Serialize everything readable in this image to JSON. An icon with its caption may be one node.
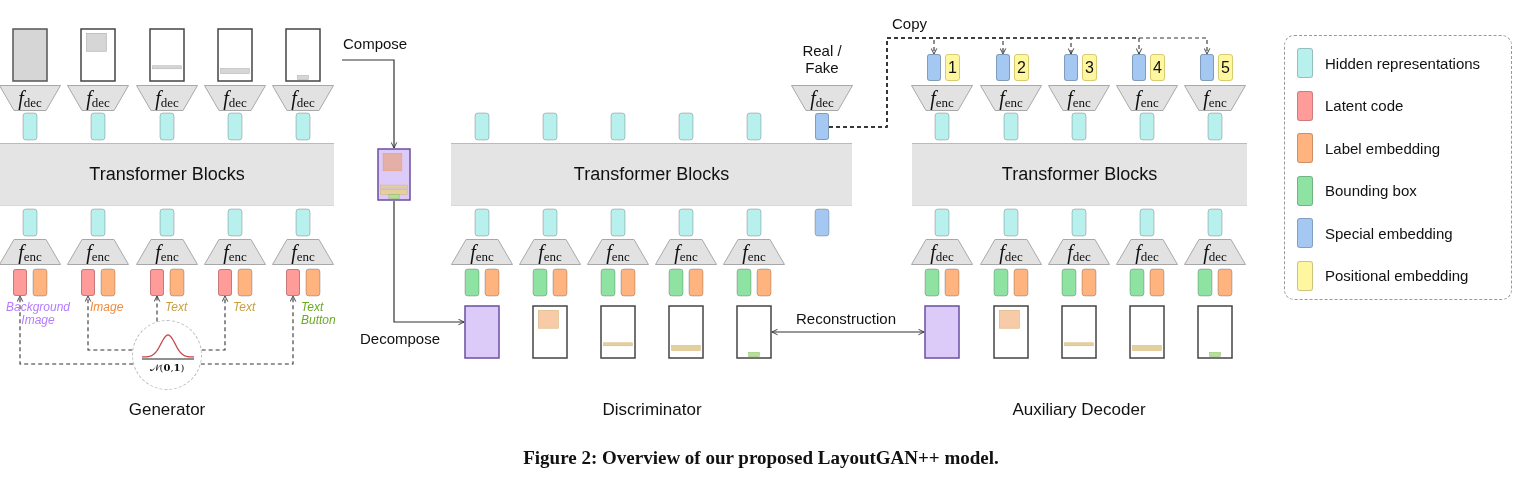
{
  "diagram": {
    "caption": "Figure 2: Overview of our proposed LayoutGAN++ model.",
    "nodes": [
      {
        "text": [
          "*f*$_{dec}$"
        ]
      },
      {
        "text": [
          "*f*$_{dec}$"
        ]
      },
      {
        "text": [
          "*f*$_{dec}$"
        ]
      },
      {
        "text": [
          "*f*$_{dec}$"
        ]
      },
      {
        "text": [
          "*f*$_{dec}$"
        ]
      },
      {
        "text": [
          "Transformer Blocks"
        ]
      },
      {
        "text": [
          "*f*$_{enc}$"
        ]
      },
      {
        "text": [
          "*f*$_{enc}$"
        ]
      },
      {
        "text": [
          "*f*$_{enc}$"
        ]
      },
      {
        "text": [
          "*f*$_{enc}$"
        ]
      },
      {
        "text": [
          "*f*$_{enc}$"
        ]
      },
      {
        "text": [],
        "shape": "box"
      },
      {
        "text": [],
        "shape": "box"
      },
      {
        "text": [],
        "shape": "box"
      },
      {
        "text": [],
        "shape": "box"
      },
      {
        "text": [],
        "shape": "box"
      },
      {
        "text": [
          "𝒩(**0**,**1**)"
        ]
      },
      {
        "text": [],
        "shape": "box"
      },
      {
        "text": [
          "*f*$_{dec}$"
        ],
        "beside": [
          "Real / Fake"
        ]
      },
      {
        "text": [],
        "shape": "box"
      },
      {
        "text": [
          "Transformer Blocks"
        ]
      },
      {
        "text": [
          "*f*$_{enc}$"
        ]
      },
      {
        "text": [
          "*f*$_{enc}$"
        ]
      },
      {
        "text": [
          "*f*$_{enc}$"
        ]
      },
      {
        "text": [
          "*f*$_{enc}$"
        ]
      },
      {
        "text": [
          "*f*$_{enc}$"
        ]
      },
      {
        "text": [],
        "shape": "box"
      },
      {
        "text": [],
        "shape": "box"
      },
      {
        "text": [],
        "shape": "box"
      },
      {
        "text": [],
        "shape": "box"
      },
      {
        "text": [],
        "shape": "box"
      },
      {
        "text": [],
        "shape": "box"
      },
      {
        "text": [],
        "shape": "box"
      },
      {
        "text": [
          "1"
        ]
      },
      {
        "text": [
          "2"
        ]
      },
      {
        "text": [
          "3"
        ]
      },
      {
        "text": [
          "4"
        ]
      },
      {
        "text": [
          "5"
        ]
      },
      {
        "text": [
          "*f*$_{enc}$"
        ]
      },
      {
        "text": [
          "*f*$_{enc}$"
        ]
      },
      {
        "text": [
          "*f*$_{enc}$"
        ]
      },
      {
        "text": [
          "*f*$_{enc}$"
        ]
      },
      {
        "text": [
          "*f*$_{enc}$"
        ]
      },
      {
        "text": [
          "Transformer Blocks"
        ]
      },
      {
        "text": [
          "*f*$_{dec}$"
        ]
      },
      {
        "text": [
          "*f*$_{dec}$"
        ]
      },
      {
        "text": [
          "*f*$_{dec}$"
        ]
      },
      {
        "text": [
          "*f*$_{dec}$"
        ]
      },
      {
        "text": [
          "*f*$_{dec}$"
        ]
      },
      {
        "text": [],
        "shape": "box"
      },
      {
        "text": [],
        "shape": "box"
      },
      {
        "text": [],
        "shape": "box"
      },
      {
        "text": [],
        "shape": "box"
      },
      {
        "text": [],
        "shape": "box"
      },
      {
        "text": [],
        "shape": "box"
      },
      {
        "text": [],
        "shape": "box"
      },
      {
        "text": [],
        "shape": "box"
      },
      {
        "text": [],
        "shape": "box"
      },
      {
        "text": [],
        "shape": "box"
      },
      {
        "text": [],
        "shape": "box"
      },
      {
        "text": [],
        "shape": "box"
      },
      {
        "text": [],
        "shape": "box"
      }
    ],
    "edges": [
      {
        "from": null,
        "to": 17,
        "arrow": "to",
        "label": "Compose"
      },
      {
        "from": 17,
        "to": 26,
        "arrow": "to",
        "label": "Decompose"
      },
      {
        "from": 27,
        "to": 49,
        "arrow": "both",
        "label": "Reconstruction"
      },
      {
        "from": 19,
        "to": 28,
        "arrow": "to",
        "label": "Copy",
        "style": "dashed"
      },
      {
        "from": 19,
        "to": 29,
        "arrow": "to",
        "style": "dashed"
      },
      {
        "from": 19,
        "to": 30,
        "arrow": "to",
        "style": "dashed"
      },
      {
        "from": 19,
        "to": 31,
        "arrow": "to",
        "style": "dashed"
      },
      {
        "from": 19,
        "to": 32,
        "arrow": "to",
        "style": "dashed"
      },
      {
        "from": 16,
        "to": 11,
        "arrow": "to",
        "style": "dashed"
      },
      {
        "from": 16,
        "to": 12,
        "arrow": "to",
        "style": "dashed"
      },
      {
        "from": 16,
        "to": 13,
        "arrow": "to",
        "style": "dashed"
      },
      {
        "from": 16,
        "to": 14,
        "arrow": "to",
        "style": "dashed"
      },
      {
        "from": 16,
        "to": 15,
        "arrow": "to",
        "style": "dashed"
      }
    ],
    "labels": [
      "Background Image",
      "Image",
      "Text",
      "Text",
      "Text Button",
      "Generator",
      "Discriminator",
      "Auxiliary Decoder"
    ],
    "legend": [
      {
        "text": "Hidden representations",
        "color": "#b8f0ee"
      },
      {
        "text": "Latent code",
        "color": "#ff9c9a"
      },
      {
        "text": "Label embedding",
        "color": "#ffb37e"
      },
      {
        "text": "Bounding box",
        "color": "#8fe3a2"
      },
      {
        "text": "Special embedding",
        "color": "#a5c8f2"
      },
      {
        "text": "Positional embedding",
        "color": "#fff7a0"
      }
    ]
  }
}
